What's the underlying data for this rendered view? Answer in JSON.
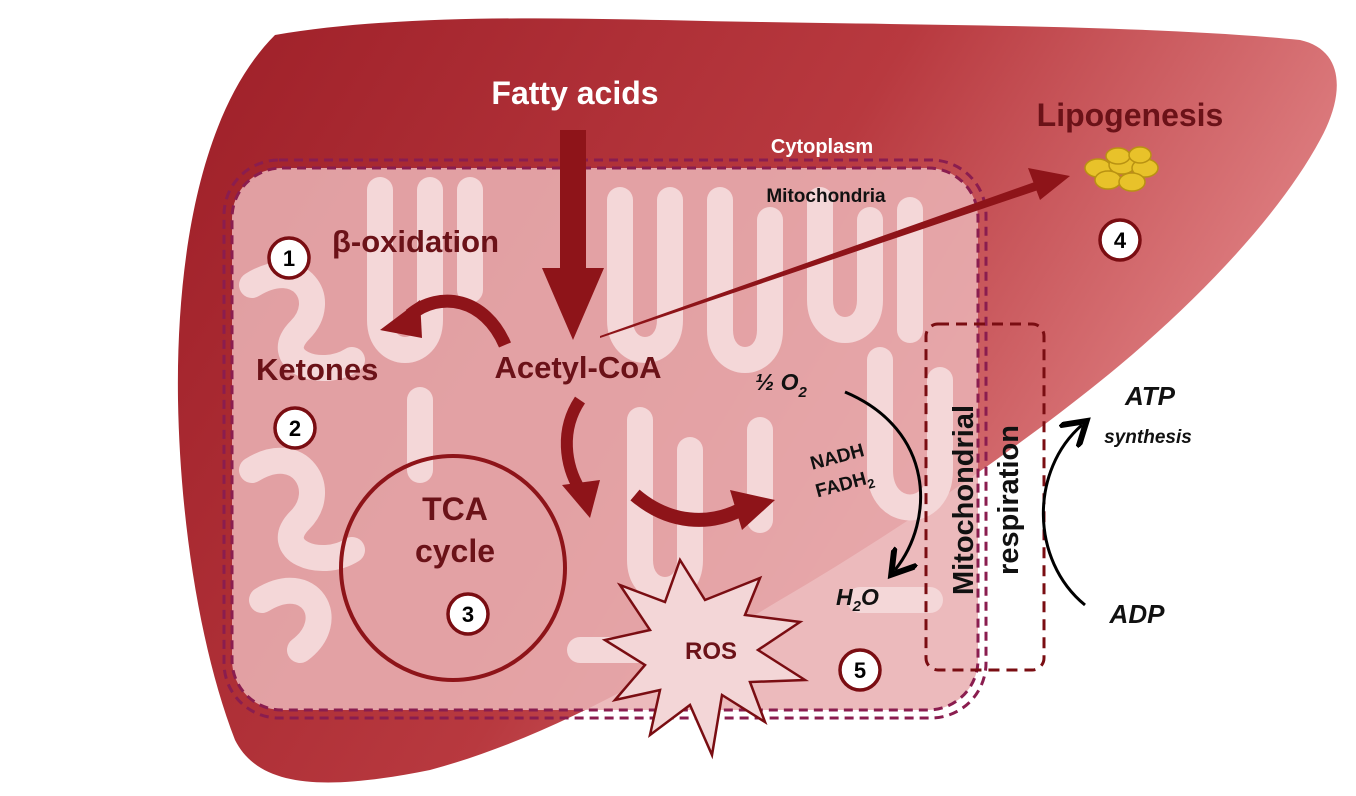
{
  "labels": {
    "fatty_acids": "Fatty acids",
    "cytoplasm": "Cytoplasm",
    "mitochondria": "Mitochondria",
    "beta_oxidation": "β-oxidation",
    "ketones": "Ketones",
    "acetyl_coa": "Acetyl-CoA",
    "tca_line1": "TCA",
    "tca_line2": "cycle",
    "lipogenesis": "Lipogenesis",
    "half_o2_prefix": "½ O",
    "half_o2_sub": "2",
    "nadh": "NADH",
    "fadh_prefix": "FADH",
    "fadh_sub": "2",
    "h2o_h": "H",
    "h2o_sub": "2",
    "h2o_o": "O",
    "ros": "ROS",
    "mito_resp_line1": "Mitochondrial",
    "mito_resp_line2": "respiration",
    "atp": "ATP",
    "atp_synthesis": "synthesis",
    "adp": "ADP"
  },
  "steps": [
    "1",
    "2",
    "3",
    "4",
    "5"
  ],
  "colors": {
    "liver_dark": "#a3242c",
    "liver_light": "#d9767a",
    "accent_dark": "#7a0d12",
    "text_dark": "#6b1218",
    "membrane": "#f2c9cb",
    "white": "#ffffff"
  }
}
